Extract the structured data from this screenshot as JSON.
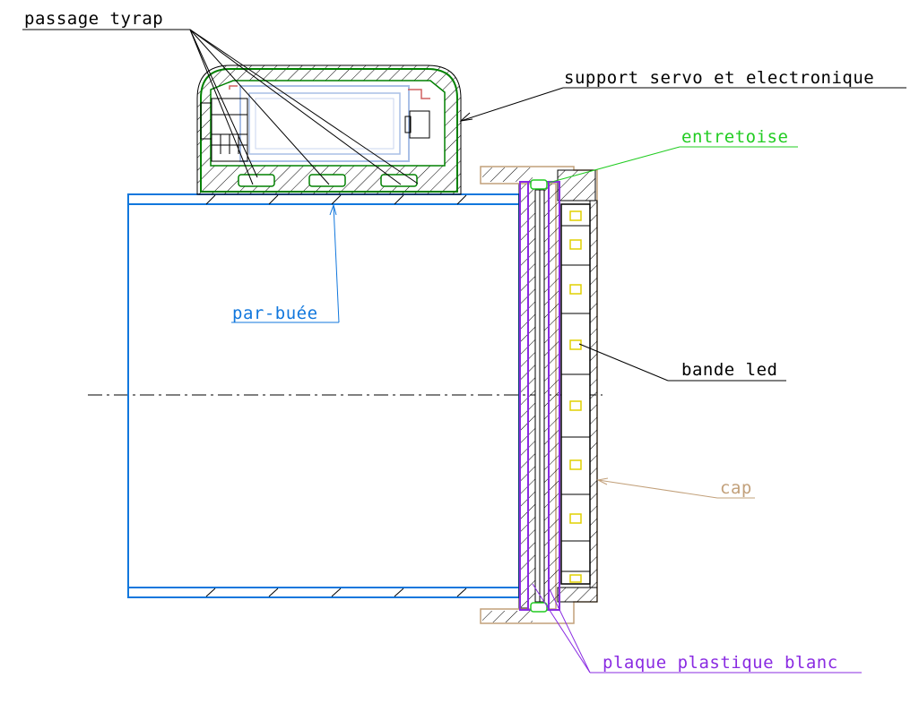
{
  "labels": {
    "passage_tyrap": "passage tyrap",
    "support_servo": "support servo et electronique",
    "entretoise": "entretoise",
    "par_buee": "par-buée",
    "bande_led": "bande led",
    "cap": "cap",
    "plaque_plastique": "plaque plastique blanc"
  },
  "colors": {
    "black": "#000000",
    "support_green": "#008000",
    "entretoise_green": "#22cc22",
    "parbuee_blue": "#1177dd",
    "cap_tan": "#c2a07a",
    "plaque_purple": "#8a2be2",
    "led_yellow": "#e0d000",
    "servo_lightblue": "#a9bfe6",
    "red_detail": "#d06060"
  }
}
